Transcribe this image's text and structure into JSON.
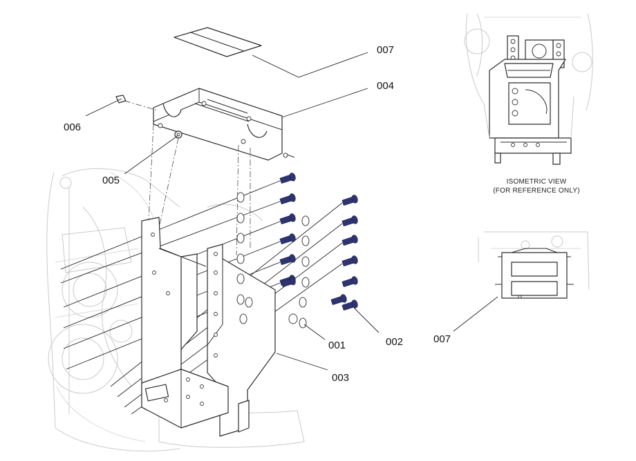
{
  "callouts": {
    "c001": "001",
    "c002": "002",
    "c003": "003",
    "c004": "004",
    "c005": "005",
    "c006": "006",
    "c007_top": "007",
    "c007_inset": "007"
  },
  "iso_note": {
    "line1": "ISOMETRIC VIEW",
    "line2": "(FOR REFERENCE ONLY)"
  },
  "colors": {
    "bolt": "#2e3470",
    "ghost": "#c9c9c9",
    "part": "#2a2a2a"
  }
}
